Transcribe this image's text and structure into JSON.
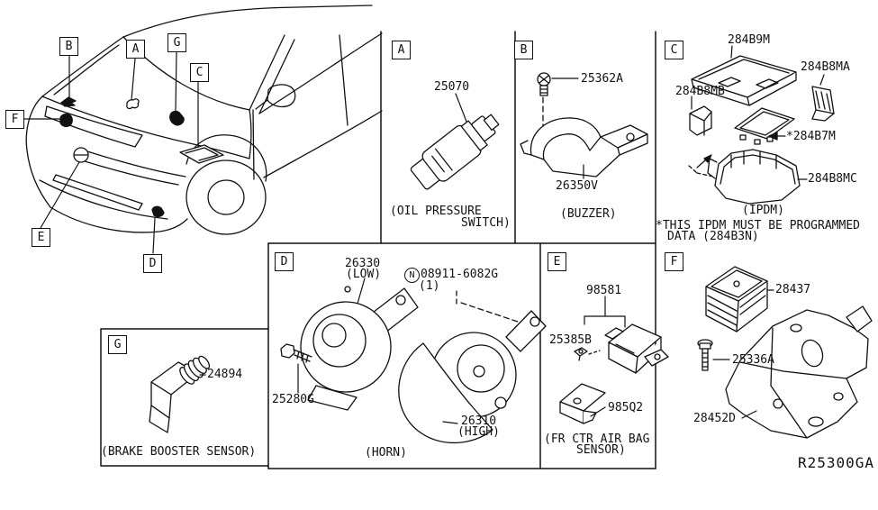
{
  "ref_code": "R25300GA",
  "car_view": {
    "callouts": {
      "a": "A",
      "b": "B",
      "c": "C",
      "d": "D",
      "e": "E",
      "f": "F",
      "g": "G"
    }
  },
  "sections": {
    "a": {
      "label": "A",
      "parts": {
        "switch": "25070"
      },
      "caption_line1": "(OIL PRESSURE",
      "caption_line2": "SWITCH)"
    },
    "b": {
      "label": "B",
      "parts": {
        "screw": "25362A",
        "bracket": "26350V"
      },
      "caption": "(BUZZER)"
    },
    "c": {
      "label": "C",
      "parts": {
        "cover": "284B9M",
        "bracket_a": "284B8MA",
        "bracket_b": "284B8MB",
        "module": "*284B7M",
        "housing": "284B8MC"
      },
      "caption": "(IPDM)",
      "note_line1": "*THIS IPDM MUST BE PROGRAMMED",
      "note_line2": "DATA (284B3N)"
    },
    "d": {
      "label": "D",
      "parts": {
        "horn_low": "26330",
        "horn_low_sub": "(LOW)",
        "nut_prefix": "N",
        "nut": "08911-6082G",
        "nut_qty": "(1)",
        "bolt": "25280G",
        "horn_high": "26310",
        "horn_high_sub": "(HIGH)"
      },
      "caption": "(HORN)"
    },
    "e": {
      "label": "E",
      "parts": {
        "sensor": "98581",
        "nut": "25385B",
        "bracket": "985Q2"
      },
      "caption_line1": "(FR CTR AIR BAG",
      "caption_line2": "SENSOR)"
    },
    "f": {
      "label": "F",
      "parts": {
        "relay_box": "28437",
        "bolt": "25336A",
        "bracket": "28452D"
      }
    },
    "g": {
      "label": "G",
      "parts": {
        "sensor": "24894"
      },
      "caption": "(BRAKE BOOSTER SENSOR)"
    }
  }
}
